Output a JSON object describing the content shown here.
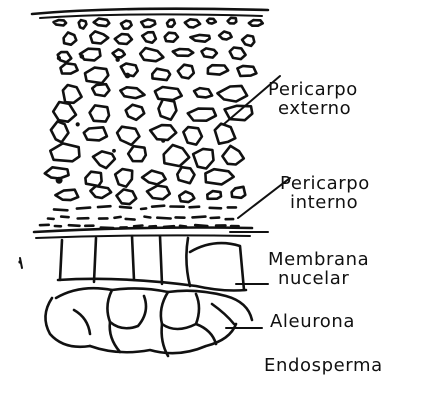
{
  "diagram": {
    "title": "",
    "labels": [
      {
        "key": "pericarpo_externo",
        "lines": [
          "Pericarpo",
          "externo"
        ]
      },
      {
        "key": "pericarpo_interno",
        "lines": [
          "Pericarpo",
          "interno"
        ]
      },
      {
        "key": "membrana_nucelar",
        "lines": [
          "Membrana",
          "nucelar"
        ]
      },
      {
        "key": "aleurona",
        "lines": [
          "Aleurona"
        ]
      },
      {
        "key": "endosperma",
        "lines": [
          "Endosperma"
        ]
      }
    ]
  }
}
